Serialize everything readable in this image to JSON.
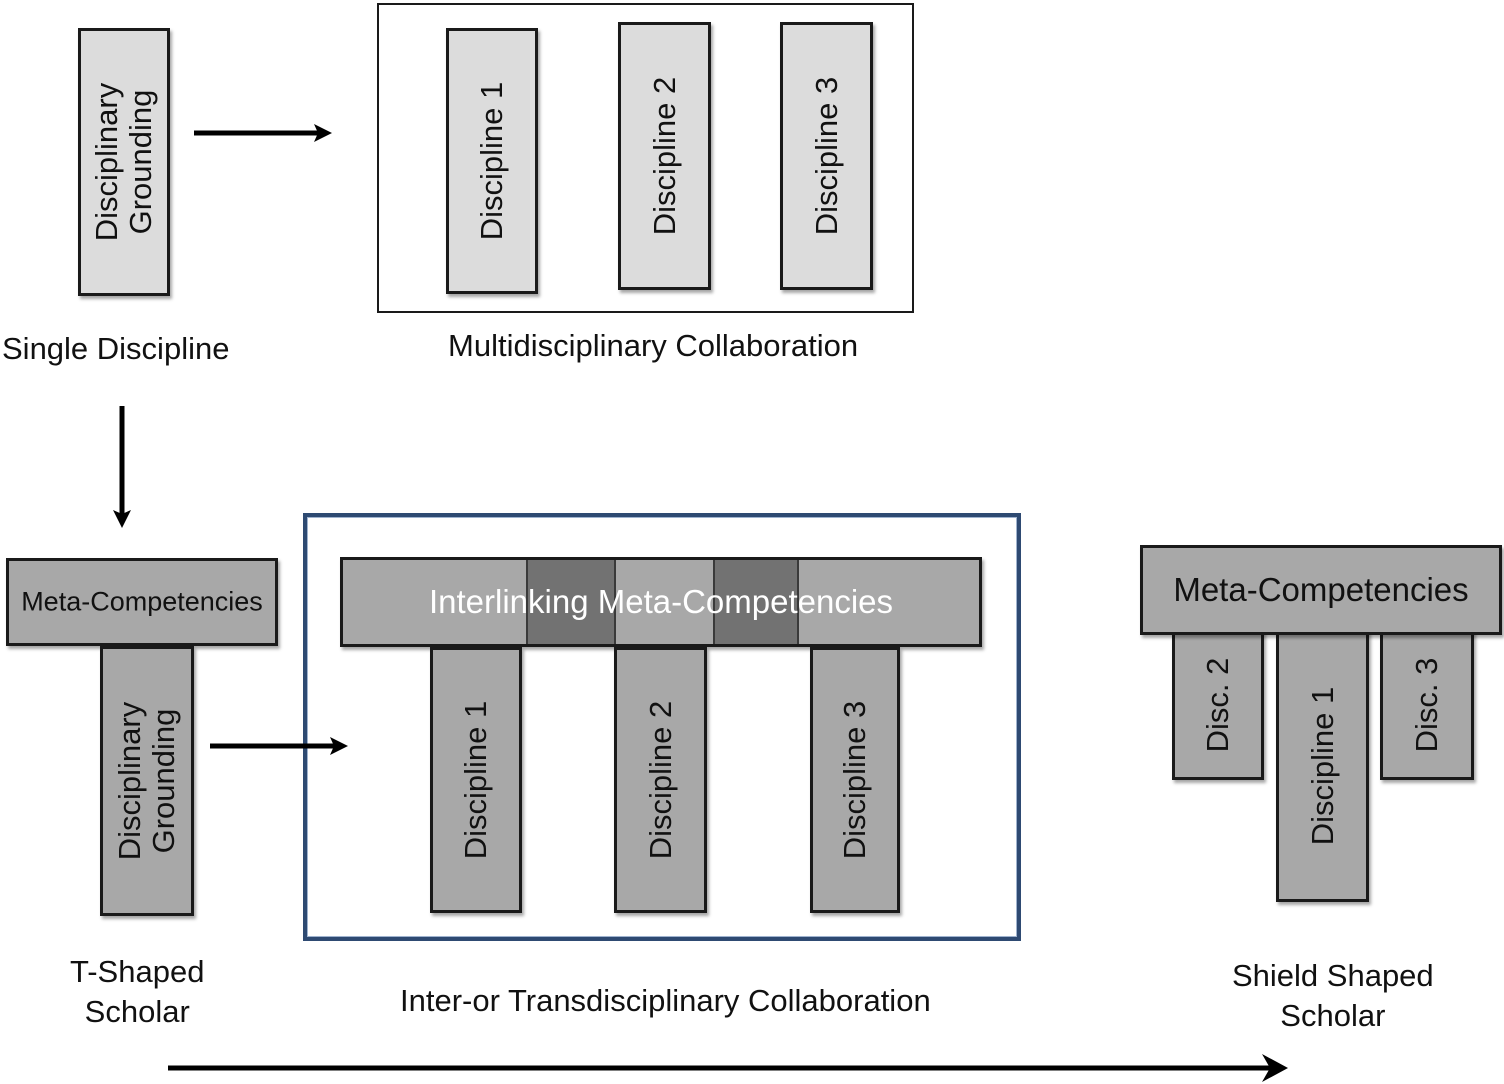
{
  "single": {
    "bar_line1": "Disciplinary",
    "bar_line2": "Grounding",
    "caption": "Single Discipline"
  },
  "multi": {
    "bars": [
      "Discipline 1",
      "Discipline 2",
      "Discipline 3"
    ],
    "caption": "Multidisciplinary Collaboration"
  },
  "tshaped": {
    "top_label": "Meta-Competencies",
    "bar_line1": "Disciplinary",
    "bar_line2": "Grounding",
    "caption_line1": "T-Shaped",
    "caption_line2": "Scholar"
  },
  "inter": {
    "top_label": "Interlinking Meta-Competencies",
    "bars": [
      "Discipline 1",
      "Discipline 2",
      "Discipline 3"
    ],
    "caption": "Inter-or Transdisciplinary Collaboration"
  },
  "shield": {
    "top_label": "Meta-Competencies",
    "bar_left": "Disc. 2",
    "bar_center": "Discipline 1",
    "bar_right": "Disc. 3",
    "caption_line1": "Shield Shaped",
    "caption_line2": "Scholar"
  },
  "colors": {
    "light_bar": "#dcdcdc",
    "dark_bar": "#a8a8a8",
    "overlap": "#727272",
    "frame_blue": "#2e4a72"
  }
}
